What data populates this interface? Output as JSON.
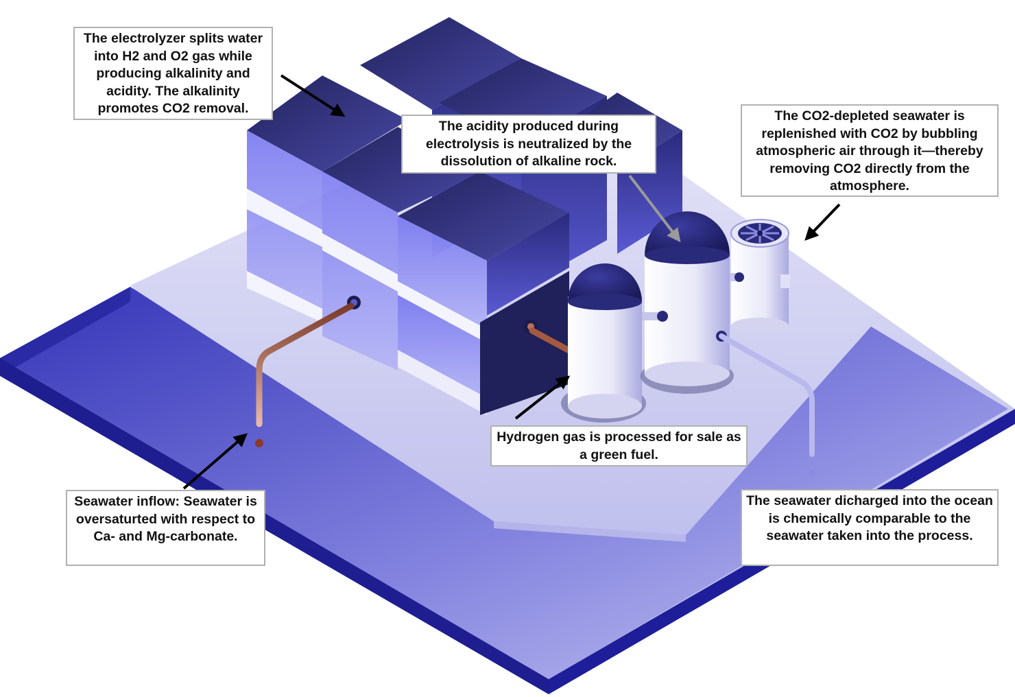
{
  "diagram": {
    "palette": {
      "platform_top": "#dcdcf3",
      "platform_edge": "#1e1e9a",
      "water": "#4a4ad0",
      "water_edge": "#20208c",
      "cube_dark": "#2a2a6e",
      "cube_glass": "#8a8af0",
      "tank_white": "#f2f2fa",
      "dome": "#2c2c7a",
      "pipe_copper": "#b7705a",
      "pipe_light": "#b9b9ee",
      "arrow": "#000000",
      "arrow_grey": "#999999",
      "callout_border": "#b0b0b0"
    },
    "components": [
      {
        "id": "electrolyzer-stack",
        "icon": "electrolyzer-cubes-icon"
      },
      {
        "id": "hydrogen-tank",
        "icon": "hydrogen-tank-icon"
      },
      {
        "id": "rock-tank",
        "icon": "alkaline-rock-tank-icon"
      },
      {
        "id": "air-bubbler",
        "icon": "fan-icon"
      },
      {
        "id": "inflow-pipe",
        "icon": "copper-pipe-icon"
      },
      {
        "id": "outflow-pipe",
        "icon": "outflow-pipe-icon"
      }
    ],
    "callouts": {
      "electrolyzer": "The electrolyzer splits water into H2 and O2 gas while producing alkalinity and acidity. The alkalinity promotes CO2 removal.",
      "acidity": "The acidity produced during electrolysis is neutralized by the dissolution of alkaline rock.",
      "co2": "The CO2-depleted seawater is replenished with CO2 by bubbling atmospheric air through it—thereby removing CO2 directly from the atmosphere.",
      "hydrogen": "Hydrogen gas is processed for sale as a green fuel.",
      "inflow": "Seawater inflow: Seawater is oversaturted with respect to Ca- and Mg-carbonate.",
      "discharge": "The seawater dicharged into the ocean is chemically comparable to the seawater taken into the process."
    }
  }
}
